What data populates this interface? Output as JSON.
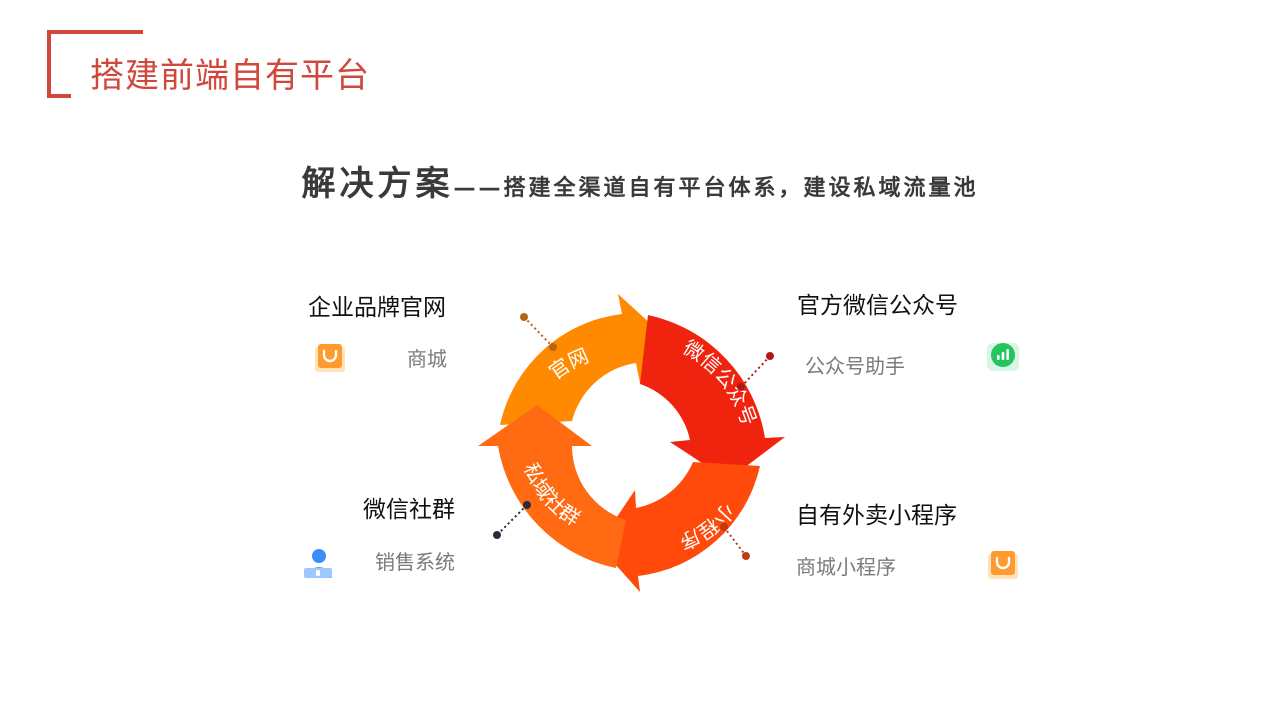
{
  "header": {
    "title": "搭建前端自有平台"
  },
  "subtitle": {
    "lead": "解决方案",
    "rest": "——搭建全渠道自有平台体系，建设私域流量池"
  },
  "cycle": {
    "segments": [
      {
        "label": "官网",
        "color": "#ff8a00"
      },
      {
        "label": "微信公众号",
        "color": "#f0240e"
      },
      {
        "label": "小程序",
        "color": "#ff4a0c"
      },
      {
        "label": "私域社群",
        "color": "#ff6a12"
      }
    ]
  },
  "nodes": {
    "top_left": {
      "title": "企业品牌官网",
      "sub": "商城",
      "icon": "shopping-bag-icon"
    },
    "top_right": {
      "title": "官方微信公众号",
      "sub": "公众号助手",
      "icon": "chat-icon"
    },
    "bottom_left": {
      "title": "微信社群",
      "sub": "销售系统",
      "icon": "user-icon"
    },
    "bottom_right": {
      "title": "自有外卖小程序",
      "sub": "商城小程序",
      "icon": "shopping-bag-icon"
    }
  },
  "colors": {
    "accent": "#d0473c",
    "text_dark": "#3a3a3a",
    "text_gray": "#7a7a7a"
  }
}
